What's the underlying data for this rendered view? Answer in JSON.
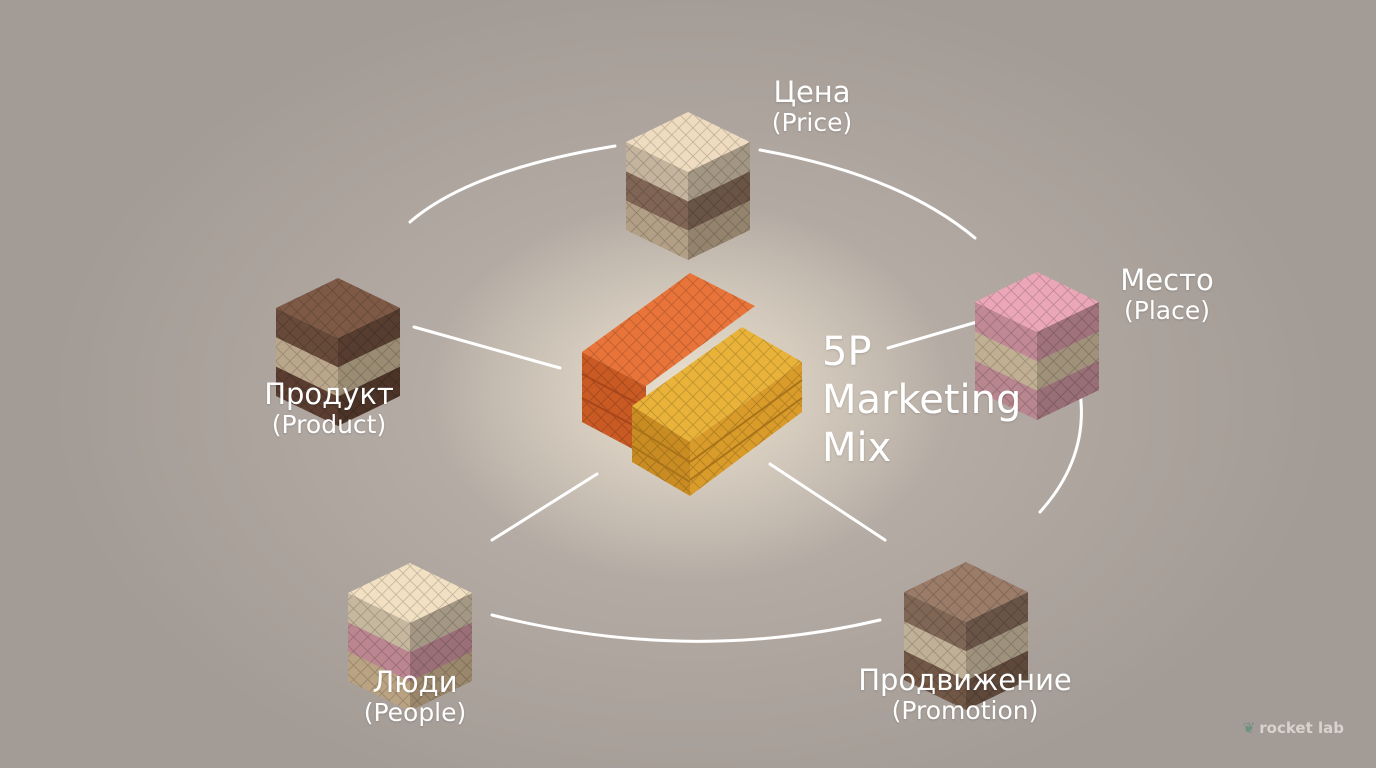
{
  "center": {
    "title_lines": [
      "5P",
      "Marketing",
      "Mix"
    ]
  },
  "nodes": [
    {
      "id": "price",
      "label": "Цена",
      "sublabel": "(Price)",
      "icon": "wafer-stack-icon",
      "layer_colors": [
        "#efdcc0",
        "#9c7b66",
        "#d9c2a2"
      ]
    },
    {
      "id": "place",
      "label": "Место",
      "sublabel": "(Place)",
      "icon": "wafer-stack-icon",
      "layer_colors": [
        "#eba7b7",
        "#ebd5b3",
        "#e0a3ad"
      ]
    },
    {
      "id": "product",
      "label": "Продукт",
      "sublabel": "(Product)",
      "icon": "wafer-stack-icon",
      "layer_colors": [
        "#7e5a46",
        "#e3cca9",
        "#6e4b3a"
      ]
    },
    {
      "id": "people",
      "label": "Люди",
      "sublabel": "(People)",
      "icon": "wafer-stack-icon",
      "layer_colors": [
        "#f1e0c2",
        "#e4a3b0",
        "#e3c79f"
      ]
    },
    {
      "id": "promotion",
      "label": "Продвижение",
      "sublabel": "(Promotion)",
      "icon": "wafer-stack-icon",
      "layer_colors": [
        "#9b7c68",
        "#ead7b8",
        "#8a6a55"
      ]
    }
  ],
  "center_wafer_colors": {
    "orange": "#e8743a",
    "yellow": "#e9b33a"
  },
  "connector_color": "#ffffff",
  "brand": {
    "name": "rocket lab",
    "icon": "leaf-logo-icon"
  }
}
